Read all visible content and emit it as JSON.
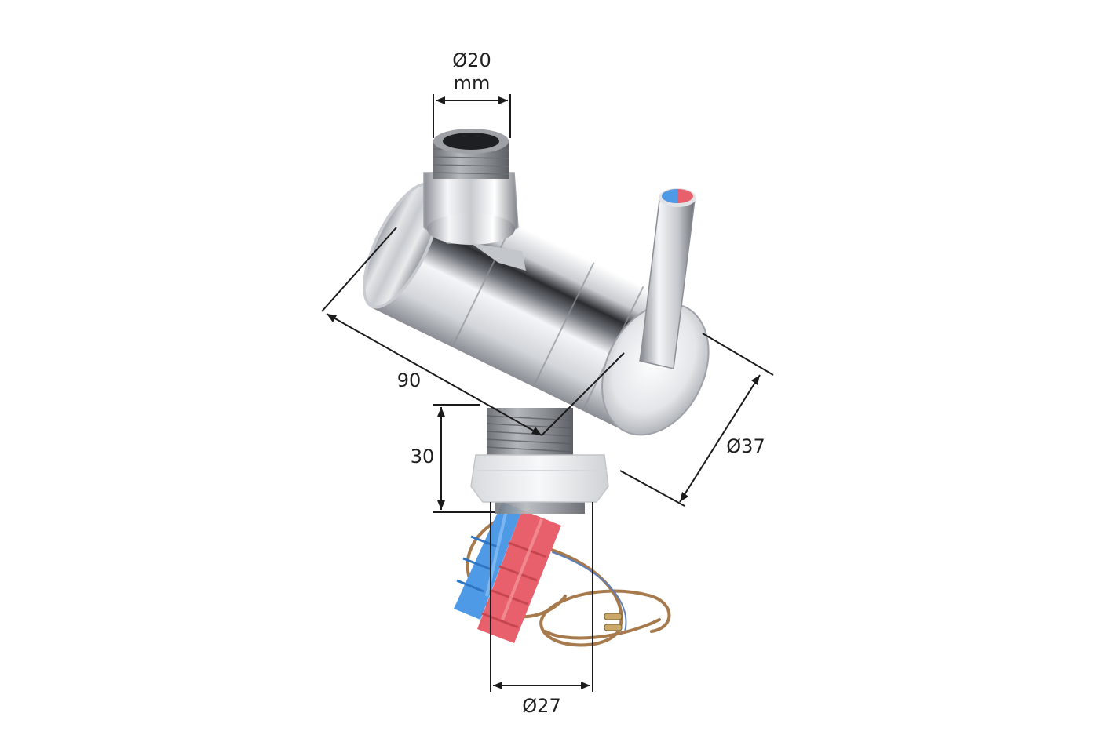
{
  "dimensions": {
    "top_outlet_diameter": "Ø20",
    "top_outlet_unit": "mm",
    "body_length": "90",
    "body_diameter": "Ø37",
    "shank_height": "30",
    "shank_diameter": "Ø27"
  },
  "colors": {
    "chrome_light": "#f4f5f7",
    "chrome_mid": "#b9bcc2",
    "chrome_dark": "#2a2c30",
    "thread_grey": "#8d9196",
    "nut_white": "#eceff1",
    "cold_blue": "#4f9ae6",
    "hot_red": "#e8606b",
    "wire_brown": "#a67a4c",
    "wire_blue": "#5d7fb8",
    "dimension_line": "#1b1b1b"
  }
}
